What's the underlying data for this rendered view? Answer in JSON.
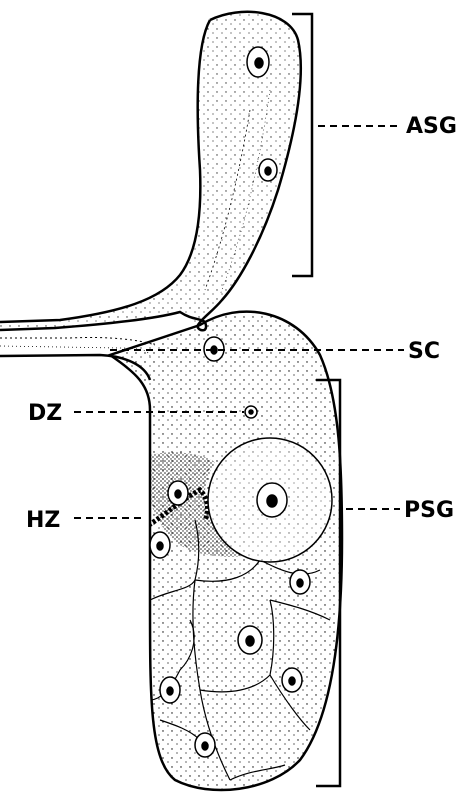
{
  "labels": {
    "asg": "ASG",
    "sc": "SC",
    "dz": "DZ",
    "hz": "HZ",
    "psg": "PSG"
  },
  "colors": {
    "ink": "#000000",
    "background": "#ffffff"
  }
}
